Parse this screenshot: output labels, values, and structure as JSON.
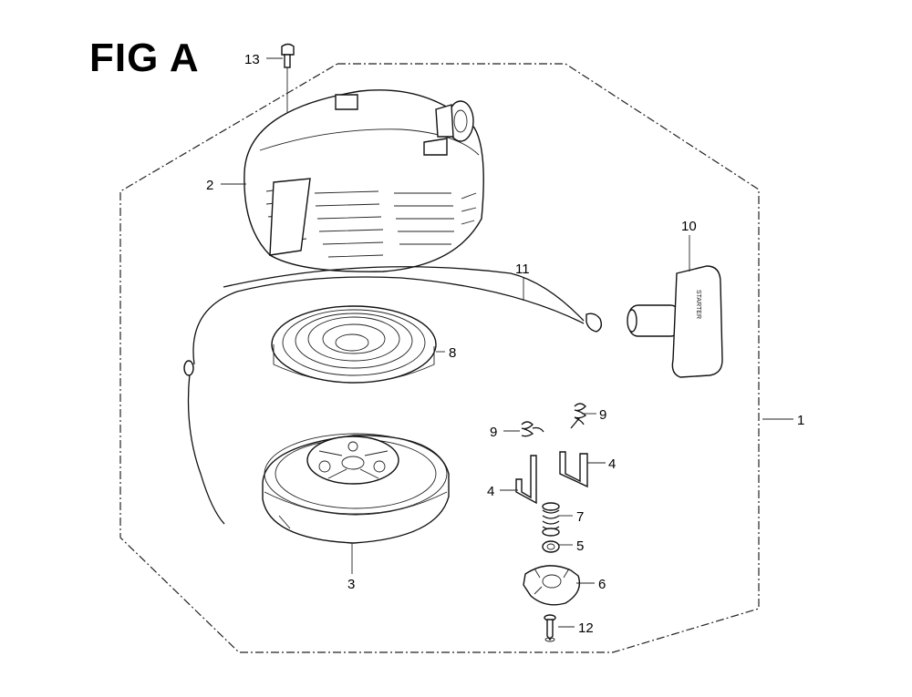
{
  "figure": {
    "title": "FIG A"
  },
  "callouts": [
    {
      "id": "c1",
      "label": "1"
    },
    {
      "id": "c2",
      "label": "2"
    },
    {
      "id": "c3",
      "label": "3"
    },
    {
      "id": "c4a",
      "label": "4"
    },
    {
      "id": "c4b",
      "label": "4"
    },
    {
      "id": "c5",
      "label": "5"
    },
    {
      "id": "c6",
      "label": "6"
    },
    {
      "id": "c7",
      "label": "7"
    },
    {
      "id": "c8",
      "label": "8"
    },
    {
      "id": "c9a",
      "label": "9"
    },
    {
      "id": "c9b",
      "label": "9"
    },
    {
      "id": "c10",
      "label": "10"
    },
    {
      "id": "c11",
      "label": "11"
    },
    {
      "id": "c12",
      "label": "12"
    },
    {
      "id": "c13",
      "label": "13"
    }
  ],
  "handle_text": "STARTER",
  "colors": {
    "ink": "#111111",
    "paper": "#ffffff"
  }
}
